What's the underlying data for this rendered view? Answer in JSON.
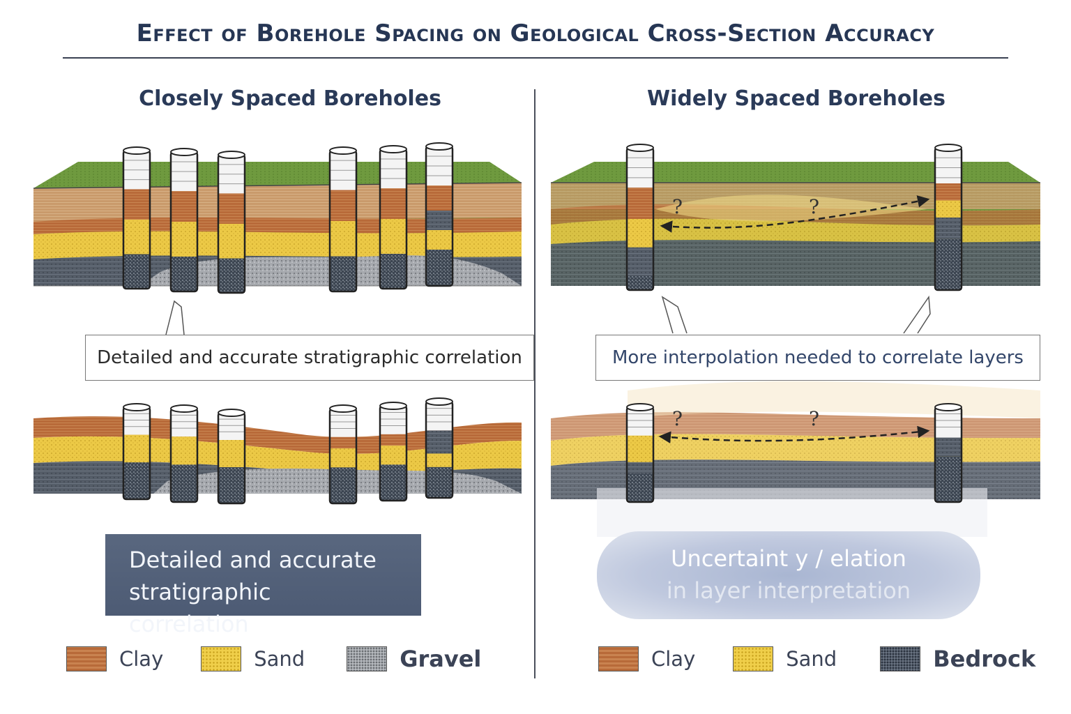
{
  "title": "Effect of Borehole Spacing on Geological Cross-Section Accuracy",
  "left_panel": {
    "heading": "Closely Spaced Boreholes",
    "callout": "Detailed and accurate stratigraphic correlation",
    "summary_line1": "Detailed and accurate",
    "summary_line2": "stratigraphic correlation",
    "legend": [
      "Clay",
      "Sand",
      "Gravel"
    ]
  },
  "right_panel": {
    "heading": "Widely Spaced Boreholes",
    "callout": "More interpolation needed to correlate layers",
    "question_mark": "?",
    "summary_line1": "Uncertaint y / elation",
    "summary_line2": "in layer interpretation",
    "legend": [
      "Clay",
      "Sand",
      "Bedrock"
    ]
  },
  "colors": {
    "grass": "#6f9a3f",
    "clay": "#b86a39",
    "sand": "#eccb45",
    "gravel": "#9a9ea4",
    "bedrock": "#4c5562",
    "title": "#263654"
  }
}
